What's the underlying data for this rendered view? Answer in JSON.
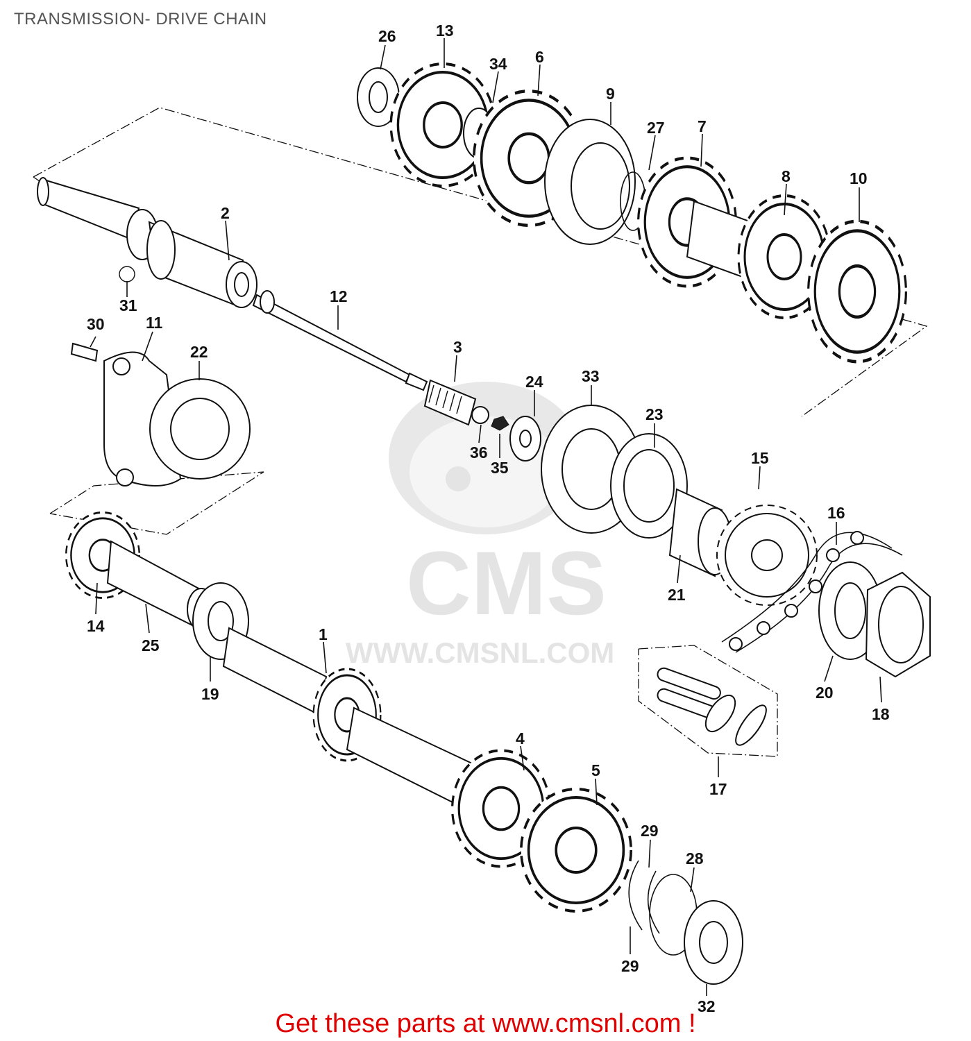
{
  "page": {
    "title": "TRANSMISSION- DRIVE CHAIN",
    "footer_text": "Get these parts at www.cmsnl.com !",
    "footer_color": "#e00000",
    "title_color": "#555555"
  },
  "watermark": {
    "brand": "CMS",
    "url": "WWW.CMSNL.COM"
  },
  "callouts": {
    "c1": "1",
    "c2": "2",
    "c3": "3",
    "c4": "4",
    "c5": "5",
    "c6": "6",
    "c7": "7",
    "c8": "8",
    "c9": "9",
    "c10": "10",
    "c11": "11",
    "c12": "12",
    "c13": "13",
    "c14": "14",
    "c15": "15",
    "c16": "16",
    "c17": "17",
    "c18": "18",
    "c19": "19",
    "c20": "20",
    "c21": "21",
    "c22": "22",
    "c23": "23",
    "c24": "24",
    "c25": "25",
    "c26": "26",
    "c27": "27",
    "c28": "28",
    "c29a": "29",
    "c29b": "29",
    "c30": "30",
    "c31": "31",
    "c32": "32",
    "c33": "33",
    "c34": "34",
    "c35": "35",
    "c36": "36"
  }
}
